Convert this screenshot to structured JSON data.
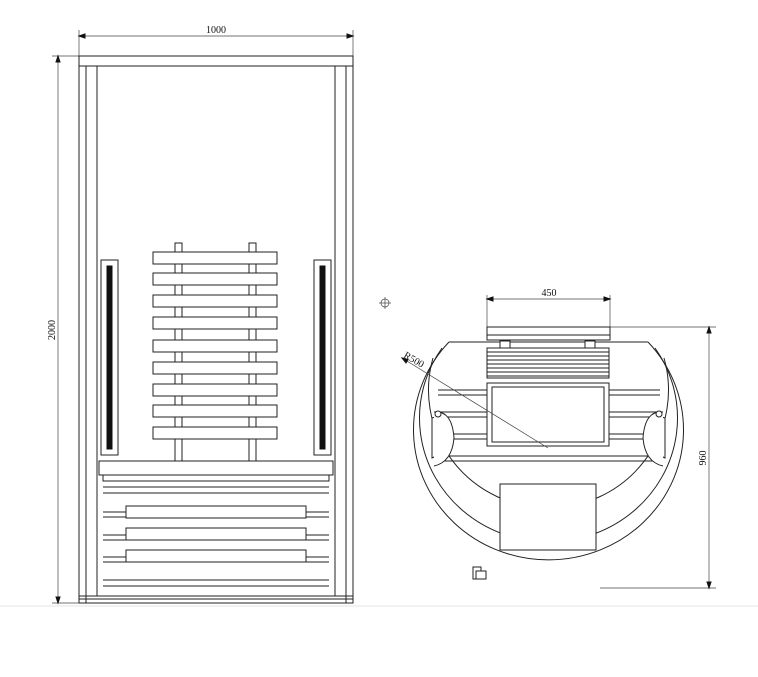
{
  "front_view": {
    "width_label": "1000",
    "height_label": "2000"
  },
  "top_view": {
    "width_label": "450",
    "radius_label": "R500",
    "depth_label": "960"
  },
  "colors": {
    "line": "#222222",
    "heater": "#111111",
    "background": "#ffffff"
  },
  "icons": [
    "crosshair-icon"
  ]
}
